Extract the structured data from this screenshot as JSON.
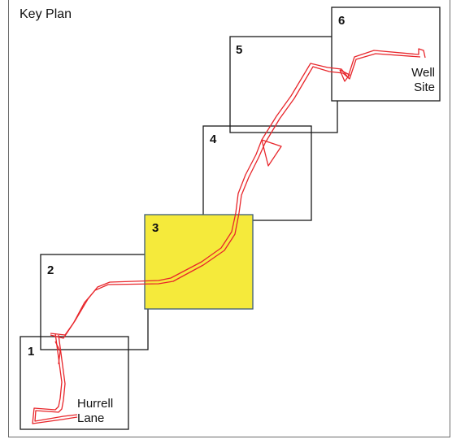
{
  "title": "Key Plan",
  "sheets": [
    "1",
    "2",
    "3",
    "4",
    "5",
    "6"
  ],
  "highlighted_sheet": "3",
  "labels": {
    "end_top_line1": "Well",
    "end_top_line2": "Site",
    "end_bottom_line1": "Hurrell",
    "end_bottom_line2": "Lane"
  },
  "colors": {
    "route": "#e8262b",
    "highlight": "#f5ea3b",
    "sheet_border": "#1a1a1a",
    "frame": "#6b6b6b"
  }
}
